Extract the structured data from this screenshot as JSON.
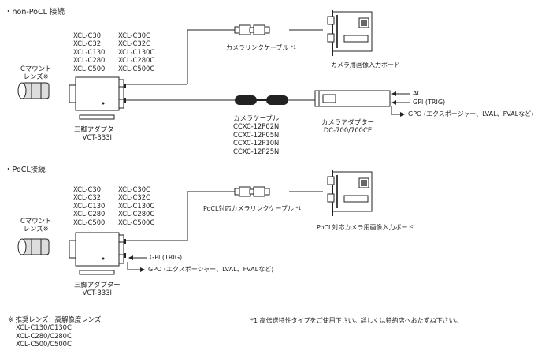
{
  "sections": {
    "non_pocl": {
      "title": "・non-PoCL 接続",
      "models_left": [
        "XCL-C30",
        "XCL-C32",
        "XCL-C130",
        "XCL-C280",
        "XCL-C500"
      ],
      "models_right": [
        "XCL-C30C",
        "XCL-C32C",
        "XCL-C130C",
        "XCL-C280C",
        "XCL-C500C"
      ],
      "lens_label": [
        "Cマウント",
        "レンズ※"
      ],
      "tripod_label": [
        "三脚アダプター",
        "VCT-333I"
      ],
      "link_cable_label": "カメラリンクケーブル",
      "link_cable_note": "*1",
      "board_label": "カメラ用画像入力ボード",
      "camera_cable": [
        "カメラケーブル",
        "CCXC-12P02N",
        "CCXC-12P05N",
        "CCXC-12P10N",
        "CCXC-12P25N"
      ],
      "adapter_label": [
        "カメラアダプター",
        "DC-700/700CE"
      ],
      "signals": {
        "ac": "AC",
        "gpi": "GPI (TRIG)",
        "gpo": "GPO (エクスポージャー、LVAL、FVALなど)"
      }
    },
    "pocl": {
      "title": "・PoCL接続",
      "models_left": [
        "XCL-C30",
        "XCL-C32",
        "XCL-C130",
        "XCL-C280",
        "XCL-C500"
      ],
      "models_right": [
        "XCL-C30C",
        "XCL-C32C",
        "XCL-C130C",
        "XCL-C280C",
        "XCL-C500C"
      ],
      "lens_label": [
        "Cマウント",
        "レンズ※"
      ],
      "tripod_label": [
        "三脚アダプター",
        "VCT-333I"
      ],
      "link_cable_label": "PoCL対応カメラリンクケーブル",
      "link_cable_note": "*1",
      "board_label": "PoCL対応カメラ用画像入力ボード",
      "signals": {
        "gpi": "GPI (TRIG)",
        "gpo": "GPO (エクスポージャー、LVAL、FVALなど)"
      }
    }
  },
  "footnotes": {
    "lens": {
      "title": "※ 推奨レンズ：高解像度レンズ",
      "items": [
        "XCL-C130/C130C",
        "XCL-C280/C280C",
        "XCL-C500/C500C"
      ]
    },
    "cable": "*1 高伝送特性タイプをご使用下さい。詳しくは特約店へおたずね下さい。"
  }
}
